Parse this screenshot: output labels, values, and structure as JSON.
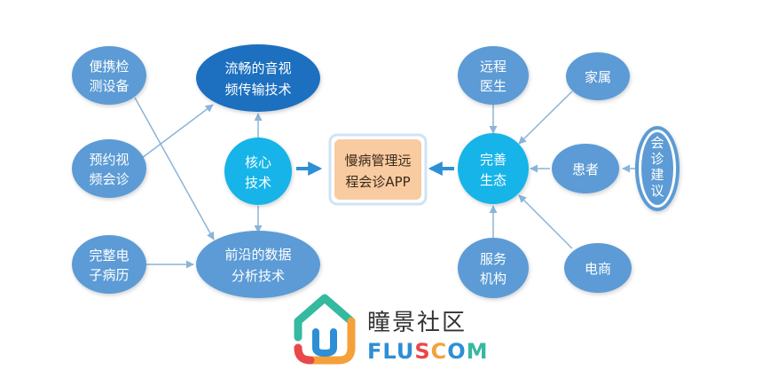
{
  "colors": {
    "light_node": "#5b9bd5",
    "dark_node": "#1f6fbf",
    "cyan_node": "#17b4e8",
    "center_fill": "#f8cba0",
    "center_border": "#7fb6e6",
    "connector": "#8ab4d8",
    "arrow": "#2d8fd5",
    "logo_green": "#35b9a0",
    "logo_red": "#e8484a",
    "logo_orange": "#f4a13a",
    "logo_blue": "#2d8fd5"
  },
  "nodes": {
    "portable": [
      "便携检",
      "测设备"
    ],
    "appointment": [
      "预约视",
      "频会诊"
    ],
    "emr": [
      "完整电",
      "子病历"
    ],
    "av": [
      "流畅的音视",
      "频传输技术"
    ],
    "core": [
      "核心",
      "技术"
    ],
    "data": [
      "前沿的数据",
      "分析技术"
    ],
    "center": [
      "慢病管理远",
      "程会诊APP"
    ],
    "eco": [
      "完善",
      "生态"
    ],
    "doctor": [
      "远程",
      "医生"
    ],
    "family": [
      "家属"
    ],
    "patient": [
      "患者"
    ],
    "advice": [
      "会",
      "诊",
      "建",
      "议"
    ],
    "service": [
      "服务",
      "机构"
    ],
    "ecommerce": [
      "电商"
    ]
  },
  "logo": {
    "name_cn": "瞳景社区",
    "name_en_parts": [
      {
        "text": "FLU",
        "color": "#2d8fd5"
      },
      {
        "text": "S",
        "color": "#e8484a"
      },
      {
        "text": "C",
        "color": "#f4a13a"
      },
      {
        "text": "O",
        "color": "#2d8fd5"
      },
      {
        "text": "M",
        "color": "#35b9a0"
      }
    ]
  }
}
